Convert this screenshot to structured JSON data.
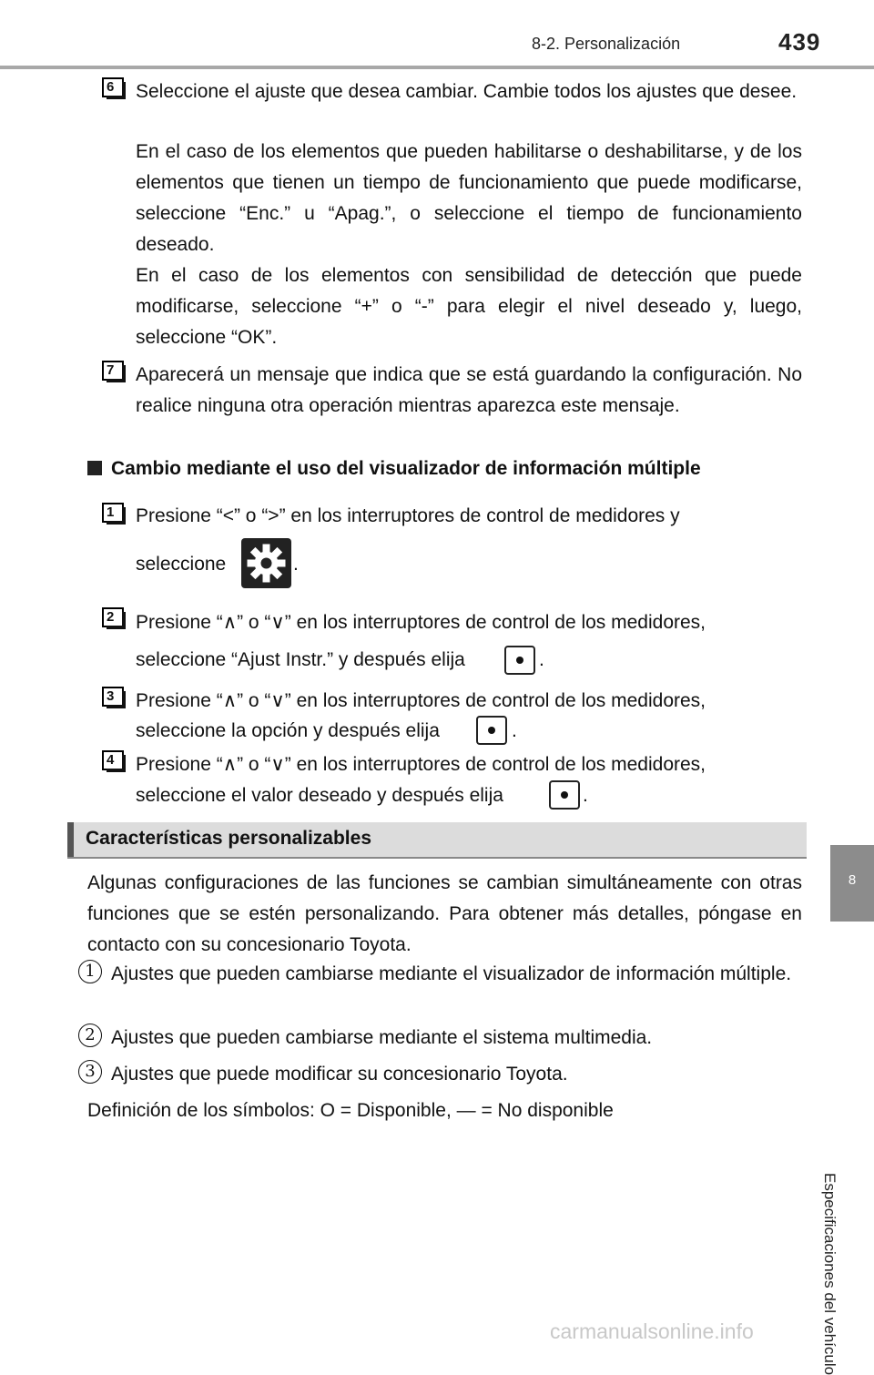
{
  "header": {
    "section": "8-2. Personalización",
    "page_number": "439"
  },
  "sidebar": {
    "chapter_number": "8",
    "chapter_title": "Especificaciones del vehículo"
  },
  "steps_a": [
    {
      "num": "6",
      "p1": "Seleccione el ajuste que desea cambiar. Cambie todos los ajustes que desee.",
      "p2": "En el caso de los elementos que pueden habilitarse o deshabilitarse, y de los elementos que tienen un tiempo de funcionamiento que puede modificarse, seleccione “Enc.” u “Apag.”, o seleccione el tiempo de funcionamiento deseado.",
      "p3": "En el caso de los elementos con sensibilidad de detección que puede modificarse, seleccione “+” o “-” para elegir el nivel deseado y, luego, seleccione “OK”."
    },
    {
      "num": "7",
      "p1": "Aparecerá un mensaje que indica que se está guardando la configuración. No realice ninguna otra operación mientras aparezca este mensaje."
    }
  ],
  "subheading": "Cambio mediante el uso del visualizador de información múltiple",
  "steps_b": [
    {
      "num": "1",
      "line1": "Presione “<” o “>” en los interruptores de control de medidores y",
      "line2": "seleccione",
      "line2_end": "."
    },
    {
      "num": "2",
      "line1": "Presione “∧” o “∨” en los interruptores de control de los medidores,",
      "line2": "seleccione “Ajust Instr.” y después elija",
      "line2_end": "."
    },
    {
      "num": "3",
      "line1": "Presione “∧” o “∨” en los interruptores de control de los medidores,",
      "line2": "seleccione la opción y después elija",
      "line2_end": "."
    },
    {
      "num": "4",
      "line1": "Presione “∧” o “∨” en los interruptores de control de los medidores,",
      "line2": "seleccione el valor deseado y después elija",
      "line2_end": "."
    }
  ],
  "section": {
    "title": "Características personalizables",
    "intro": "Algunas configuraciones de las funciones se cambian simultáneamente con otras funciones que se estén personalizando. Para obtener más detalles, póngase en contacto con su concesionario Toyota.",
    "items": [
      {
        "num": "1",
        "text": "Ajustes que pueden cambiarse mediante el visualizador de información múltiple."
      },
      {
        "num": "2",
        "text": "Ajustes que pueden cambiarse mediante el sistema multimedia."
      },
      {
        "num": "3",
        "text": "Ajustes que puede modificar su concesionario Toyota."
      }
    ],
    "definition": "Definición de los símbolos: O = Disponible, — = No disponible"
  },
  "watermark": "carmanualsonline.info",
  "icons": {
    "settings": "gear-icon",
    "enter": "enter-button-icon"
  }
}
